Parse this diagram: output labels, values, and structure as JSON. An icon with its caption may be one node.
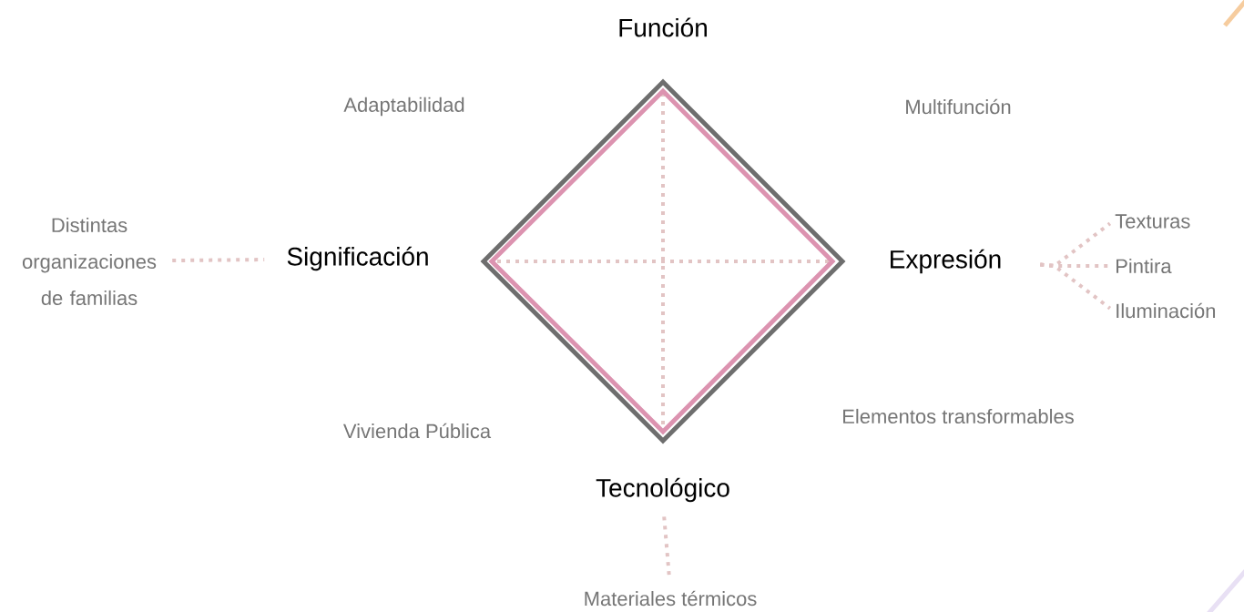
{
  "diagram": {
    "nodes": [
      {
        "text": [
          "Función"
        ]
      },
      {
        "text": [
          "Significación"
        ]
      },
      {
        "text": [
          "Expresión"
        ]
      },
      {
        "text": [
          "Tecnológico"
        ]
      },
      {
        "text": [],
        "shape": "diamond"
      },
      {
        "text": [
          "Distintas organizaciones de familias"
        ]
      },
      {
        "text": [
          "Texturas"
        ]
      },
      {
        "text": [
          "Pintira"
        ]
      },
      {
        "text": [
          "Iluminación"
        ]
      },
      {
        "text": [
          "Materiales térmicos"
        ]
      }
    ],
    "edges": [
      {
        "from": 5,
        "to": 1,
        "arrow": "none"
      },
      {
        "from": 2,
        "to": 6,
        "arrow": "none"
      },
      {
        "from": 2,
        "to": 7,
        "arrow": "none"
      },
      {
        "from": 2,
        "to": 8,
        "arrow": "none"
      },
      {
        "from": 3,
        "to": 9,
        "arrow": "none"
      }
    ],
    "labels": [
      "Adaptabilidad",
      "Multifunción",
      "Vivienda Pública",
      "Elementos transformables"
    ]
  }
}
